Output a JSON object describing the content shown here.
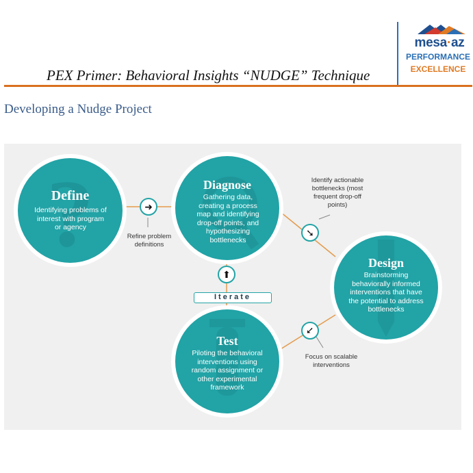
{
  "header": {
    "title": "PEX Primer: Behavioral Insights “NUDGE” Technique",
    "logo": {
      "name_part1": "mesa",
      "name_dot": "·",
      "name_part2": "az",
      "line1": "PERFORMANCE",
      "line2": "EXCELLENCE",
      "colors": {
        "blue": "#1f4f8f",
        "orange": "#e07a24",
        "red": "#d23b2e"
      }
    }
  },
  "section_heading": "Developing a Nudge Project",
  "diagram": {
    "accent": "#22a3a6",
    "stages": {
      "define": {
        "title": "Define",
        "body": "Identifying problems of interest with program or agency",
        "ghost": "?"
      },
      "diagnose": {
        "title": "Diagnose",
        "body": "Gathering data, creating a process map and identifying drop-off points, and hypothesizing bottlenecks"
      },
      "design": {
        "title": "Design",
        "body": "Brainstorming behaviorally informed interventions that have the potential to address bottlenecks"
      },
      "test": {
        "title": "Test",
        "body": "Piloting the behavioral interventions using random assignment or other experimental framework"
      }
    },
    "annotations": {
      "refine": "Refine problem definitions",
      "identify": "Identify actionable bottlenecks (most frequent drop-off points)",
      "focus": "Focus on scalable interventions"
    },
    "iterate_label": "Iterate",
    "arrows": {
      "define_to_diagnose": "➜",
      "diagnose_to_design": "➘",
      "design_to_test": "➘",
      "test_to_diagnose": "⬆"
    }
  }
}
